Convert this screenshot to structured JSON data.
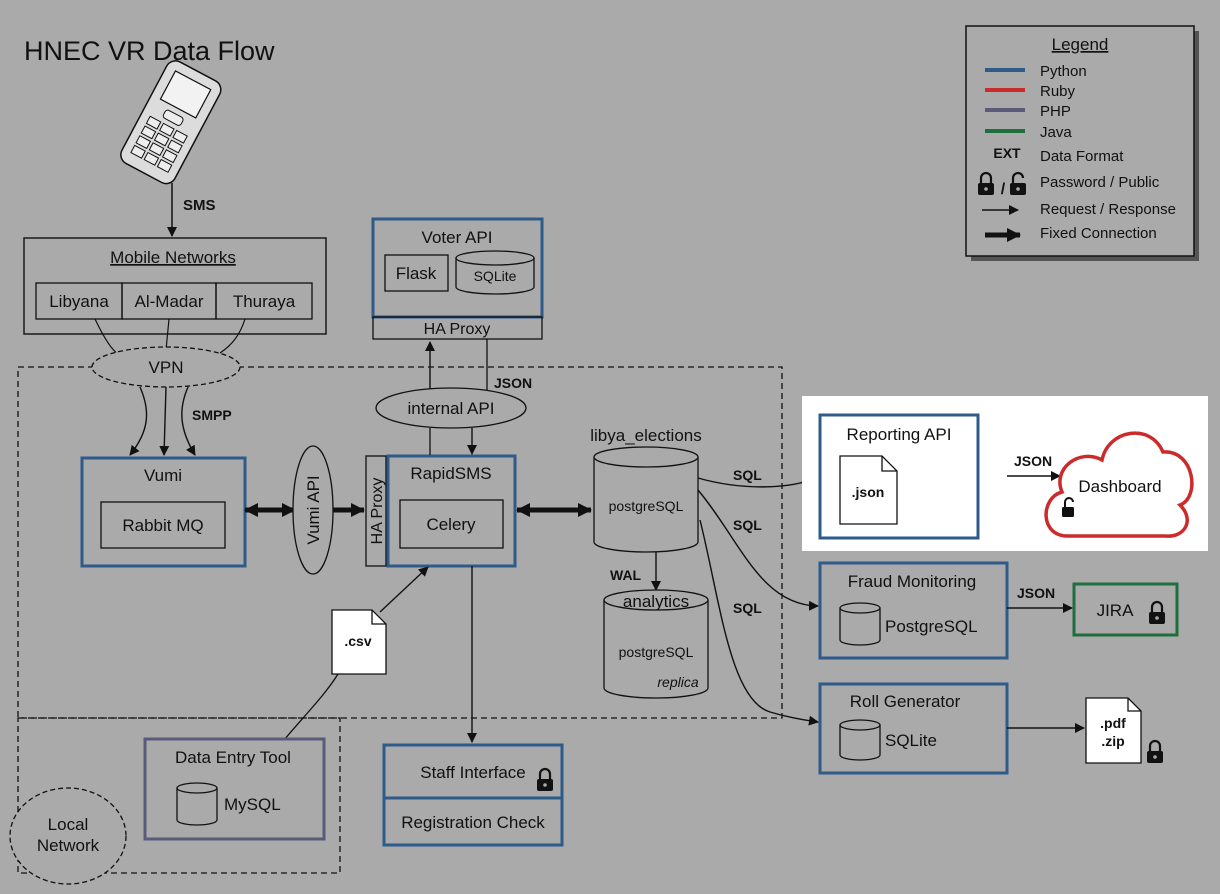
{
  "title": "HNEC VR Data Flow",
  "colors": {
    "background": "#aaaaaa",
    "python": "#2f5b8a",
    "ruby": "#cc2b2b",
    "php": "#5a5a7a",
    "java": "#1f6e3e",
    "line": "#111111"
  },
  "legend": {
    "heading": "Legend",
    "items": {
      "python": "Python",
      "ruby": "Ruby",
      "php": "PHP",
      "java": "Java",
      "ext_symbol": "EXT",
      "ext": "Data Format",
      "lock_slash": "/",
      "lock": "Password / Public",
      "request": "Request / Response",
      "fixed": "Fixed Connection"
    }
  },
  "phone": {
    "label": "SMS",
    "icon": "mobile-phone-icon"
  },
  "mobile_networks": {
    "title": "Mobile Networks",
    "carriers": [
      "Libyana",
      "Al-Madar",
      "Thuraya"
    ]
  },
  "vpn": "VPN",
  "smpp": "SMPP",
  "vumi": {
    "title": "Vumi",
    "inner": "Rabbit MQ"
  },
  "vumi_api": "Vumi API",
  "ha_proxy_left": "HA Proxy",
  "rapidsms": {
    "title": "RapidSMS",
    "inner": "Celery"
  },
  "voter_api": {
    "title": "Voter API",
    "flask": "Flask",
    "db": "SQLite",
    "proxy": "HA Proxy"
  },
  "internal_api": "internal API",
  "json_voter": "JSON",
  "libya_elections": {
    "name": "libya_elections",
    "db": "postgreSQL"
  },
  "wal": "WAL",
  "analytics": {
    "name": "analytics",
    "db": "postgreSQL",
    "sub": "replica"
  },
  "sql_labels": [
    "SQL",
    "SQL",
    "SQL"
  ],
  "reporting_api": {
    "title": "Reporting API",
    "file": ".json"
  },
  "json_dashboard": "JSON",
  "dashboard": "Dashboard",
  "fraud": {
    "title": "Fraud Monitoring",
    "db": "PostgreSQL"
  },
  "json_jira": "JSON",
  "jira": "JIRA",
  "roll": {
    "title": "Roll Generator",
    "db": "SQLite"
  },
  "output_files": {
    "line1": ".pdf",
    "line2": ".zip"
  },
  "csv": ".csv",
  "data_entry": {
    "title": "Data Entry Tool",
    "db": "MySQL"
  },
  "local_network": {
    "line1": "Local",
    "line2": "Network"
  },
  "staff": {
    "title": "Staff Interface",
    "sub": "Registration Check"
  }
}
